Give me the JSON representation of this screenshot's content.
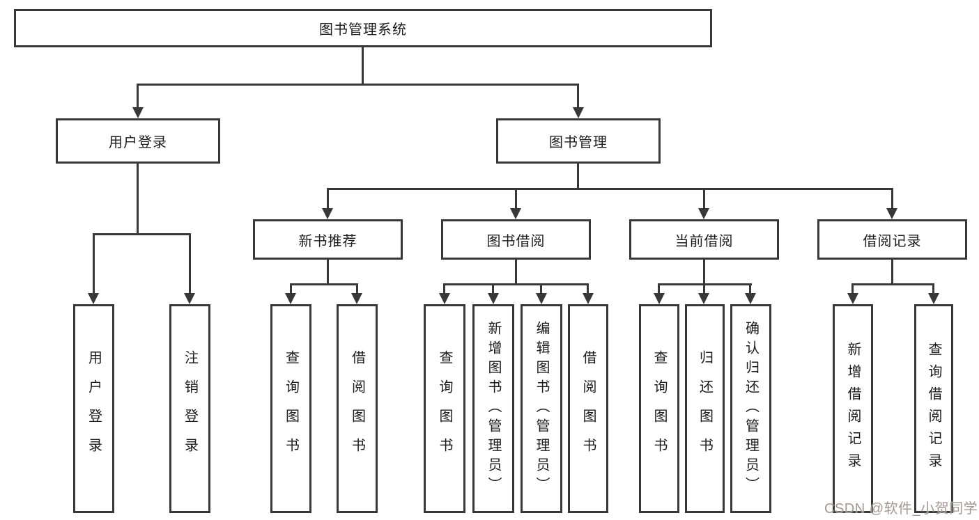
{
  "diagram": {
    "title": "图书管理系统",
    "colors": {
      "line": "#383838",
      "text": "#1c1c1c",
      "watermark": "#a39898",
      "background": "#ffffff"
    },
    "nodes": {
      "root": "图书管理系统",
      "login": "用户登录",
      "mgmt": "图书管理",
      "login_children": [
        "用户登录",
        "注销登录"
      ],
      "groups": [
        {
          "label": "新书推荐",
          "children": [
            "查询图书",
            "借阅图书"
          ]
        },
        {
          "label": "图书借阅",
          "children": [
            "查询图书",
            "新增图书（管理员）",
            "编辑图书（管理员）",
            "借阅图书"
          ]
        },
        {
          "label": "当前借阅",
          "children": [
            "查询图书",
            "归还图书",
            "确认归还（管理员）"
          ]
        },
        {
          "label": "借阅记录",
          "children": [
            "新增借阅记录",
            "查询借阅记录"
          ]
        }
      ]
    },
    "watermark": "CSDN @软件_小贺同学"
  }
}
